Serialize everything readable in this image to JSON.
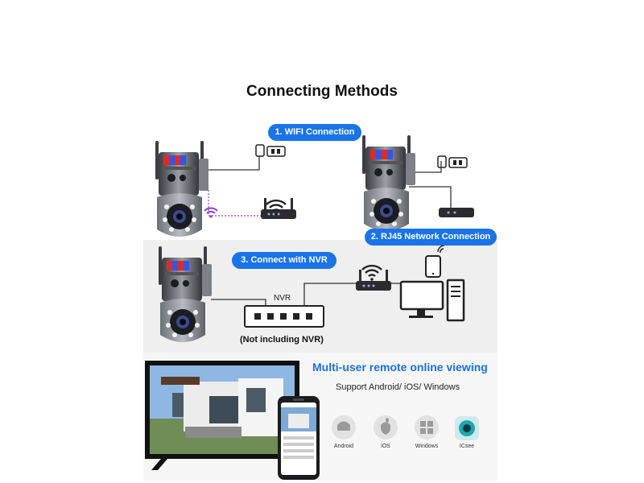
{
  "title": "Connecting Methods",
  "methods": {
    "wifi": "1. WIFI Connection",
    "rj45": "2. RJ45 Network Connection",
    "nvr": "3. Connect with NVR",
    "nvr_device": "NVR",
    "nvr_note": "(Not including NVR)"
  },
  "remote": {
    "heading": "Multi-user remote online viewing",
    "support": "Support Android/ iOS/ Windows",
    "platforms": [
      "Android",
      "iOS",
      "Windows",
      "ICsee"
    ]
  },
  "colors": {
    "accent": "#1a73e8",
    "heading_blue": "#1a6fd8",
    "wifi_purple": "#8a3fd1",
    "panel_gray": "#efefef"
  }
}
